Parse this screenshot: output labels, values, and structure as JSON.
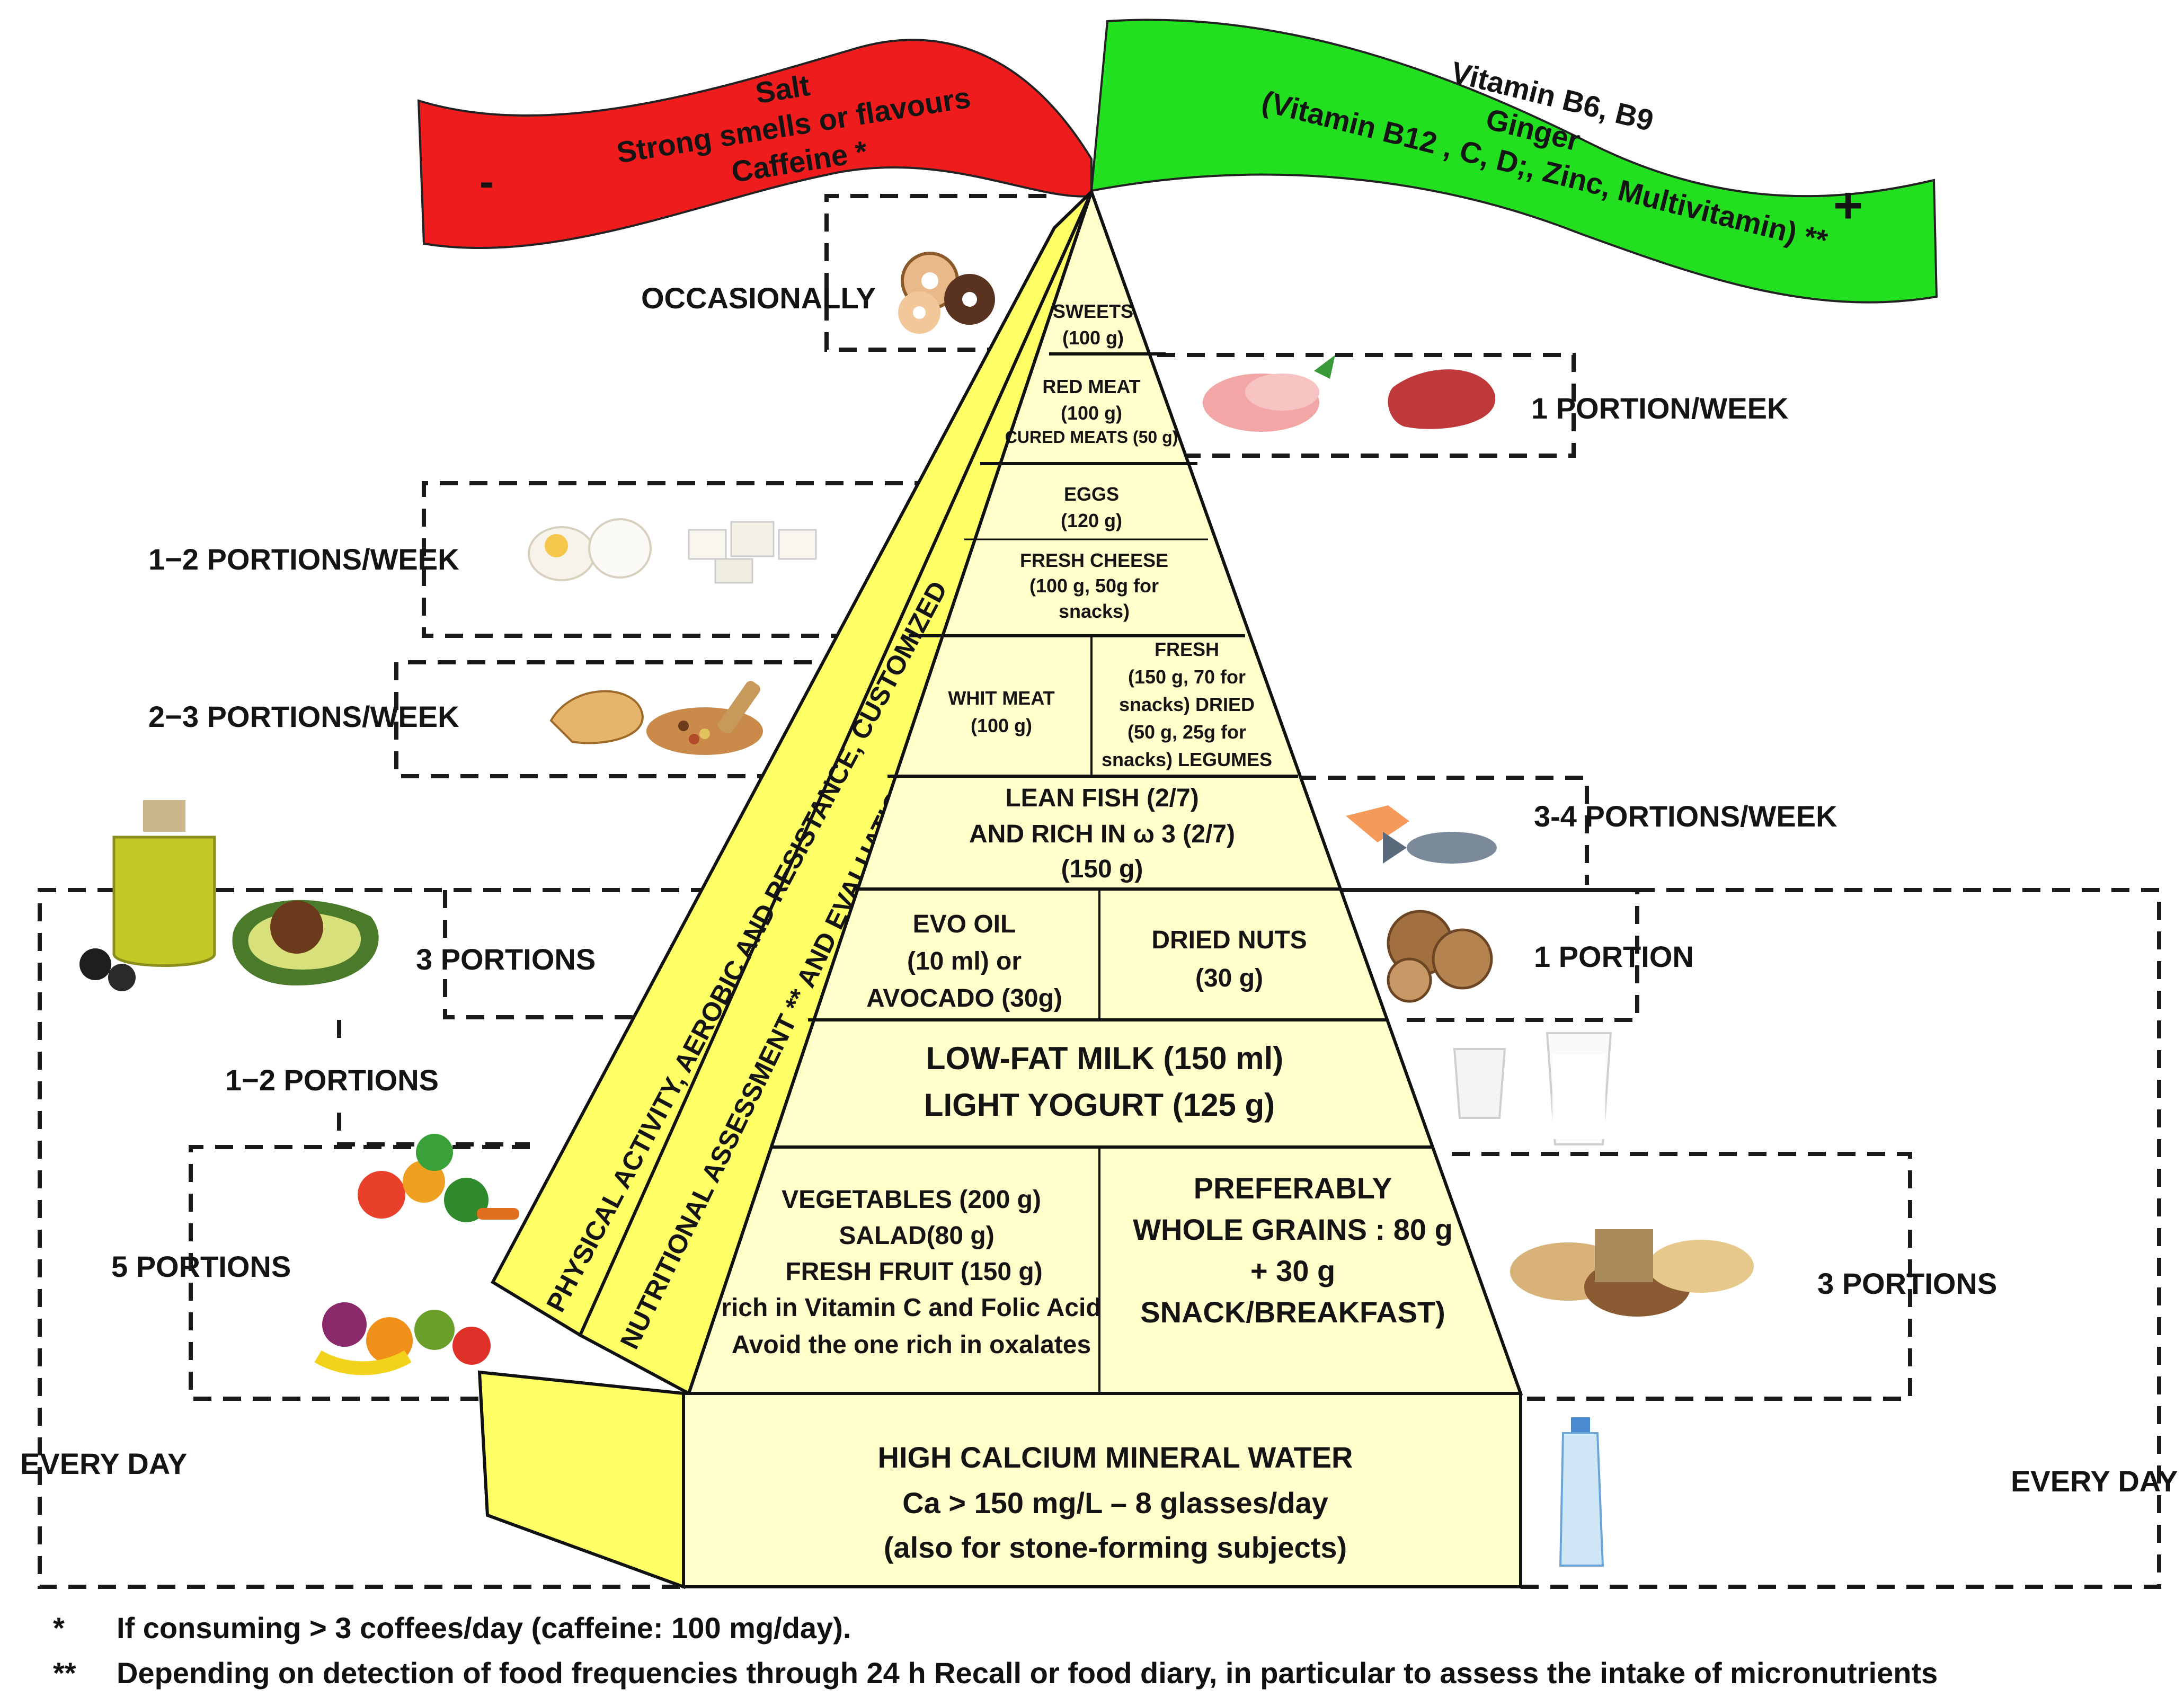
{
  "banners": {
    "left": {
      "lines": [
        "Salt",
        "Strong smells or flavours",
        "Caffeine *"
      ],
      "sign": "-",
      "color": "#ee1c1c"
    },
    "right": {
      "lines": [
        "Vitamin B6, B9",
        "Ginger",
        "(Vitamin B12 , C, D;, Zinc, Multivitamin) **"
      ],
      "sign": "+",
      "color": "#22e01f"
    }
  },
  "side_bars": {
    "outer": "PHYSICAL ACTIVITY, AEROBIC AND RESISTANCE, CUSTOMIZED",
    "inner": "NUTRITIONAL ASSESSMENT ** AND EVALUATION OF BODY COMPOSITION",
    "color": "#ffff66"
  },
  "pyramid": {
    "fill": "#ffffcc",
    "sweets": [
      "SWEETS",
      "(100 g)"
    ],
    "red_meat": [
      "RED MEAT",
      "(100 g)",
      "CURED MEATS (50 g)"
    ],
    "eggs": [
      "EGGS",
      "(120 g)"
    ],
    "fresh_cheese": [
      "FRESH CHEESE",
      "(100 g, 50g for",
      "snacks)"
    ],
    "white_meat": [
      "WHIT MEAT",
      "(100 g)"
    ],
    "legumes": [
      "FRESH",
      "(150 g, 70 for",
      "snacks)  DRIED",
      "(50 g, 25g for",
      "snacks)  LEGUMES"
    ],
    "fish": [
      "LEAN FISH (2/7)",
      "AND RICH IN  ω 3  (2/7)",
      "(150 g)"
    ],
    "evo_oil": [
      "EVO OIL",
      "(10 ml) or",
      "AVOCADO (30g)"
    ],
    "dried_nuts": [
      "DRIED NUTS",
      "(30 g)"
    ],
    "milk": [
      "LOW-FAT MILK (150 ml)",
      "LIGHT YOGURT (125 g)"
    ],
    "vegetables": [
      "VEGETABLES (200 g)",
      "SALAD(80 g)",
      "FRESH FRUIT (150 g)",
      "rich in Vitamin C and Folic Acid",
      "Avoid the one rich in oxalates"
    ],
    "grains": [
      "PREFERABLY",
      "WHOLE GRAINS : 80 g",
      "+ 30 g",
      "SNACK/BREAKFAST)"
    ],
    "water": [
      "HIGH CALCIUM MINERAL WATER",
      "Ca > 150 mg/L – 8 glasses/day",
      "(also for stone-forming  subjects)"
    ]
  },
  "frequencies": {
    "occasionally": "OCCASIONALLY",
    "one_per_week": "1 PORTION/WEEK",
    "one_two_per_week": "1−2 PORTIONS/WEEK",
    "two_three_per_week": "2−3 PORTIONS/WEEK",
    "three_four_per_week": "3-4 PORTIONS/WEEK",
    "three_portions_left": "3 PORTIONS",
    "one_portion": "1 PORTION",
    "one_two_portions": "1−2 PORTIONS",
    "five_portions": "5 PORTIONS",
    "three_portions_right": "3 PORTIONS",
    "every_day_left": "EVERY DAY",
    "every_day_right": "EVERY DAY"
  },
  "illustrations": {
    "donuts": "donuts-icon",
    "ham": "ham-icon",
    "steak": "red-meat-icon",
    "eggs": "eggs-icon",
    "cheese": "cheese-icon",
    "chicken": "chicken-icon",
    "legumes": "legumes-icon",
    "salmon": "salmon-icon",
    "fish": "fish-icon",
    "oil": "olive-oil-icon",
    "avocado": "avocado-icon",
    "walnuts": "walnuts-icon",
    "yogurt": "yogurt-icon",
    "milk": "milk-glass-icon",
    "vegetables": "vegetables-icon",
    "fruit": "fruit-icon",
    "grains": "grains-icon",
    "water": "water-bottle-icon"
  },
  "footnotes": [
    {
      "mark": "*",
      "text": "If consuming  > 3 coffees/day (caffeine: 100 mg/day)."
    },
    {
      "mark": "**",
      "text": "Depending  on detection  of food frequencies through  24 h Recall or food diary, in particular  to assess the intake of micronutrients"
    }
  ]
}
